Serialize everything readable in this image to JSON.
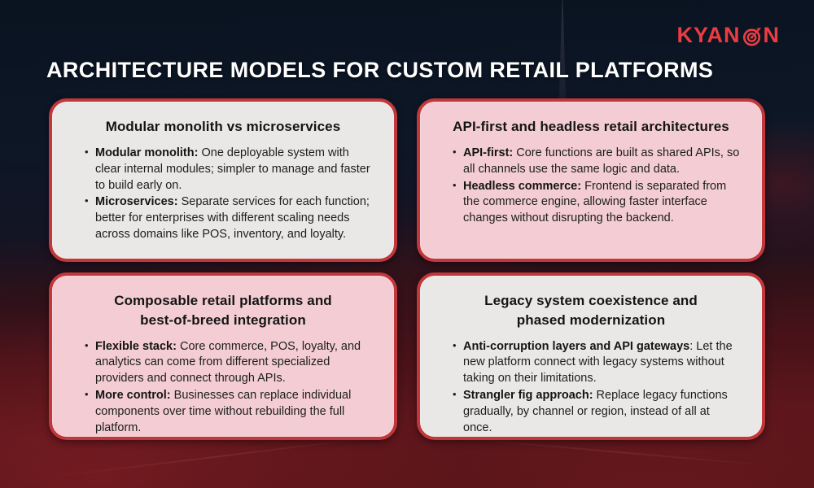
{
  "page": {
    "title": "ARCHITECTURE MODELS FOR CUSTOM RETAIL PLATFORMS"
  },
  "logo": {
    "text_left": "KYAN",
    "text_right": "N",
    "icon": "target-dart-icon",
    "color": "#ea3d42"
  },
  "colors": {
    "card_border": "#c2373b",
    "card_gray_background": "#e9e8e6",
    "card_pink_background": "#f3cdd3",
    "background_sky": "#0d1726",
    "background_city": "#56141a",
    "title_text": "#ffffff",
    "body_text": "#1d1d1d"
  },
  "cards": [
    {
      "id": "modular-monolith-vs-microservices",
      "variant": "gray",
      "title": "Modular monolith vs microservices",
      "bullets": [
        {
          "bold": "Modular monolith:",
          "rest": " One deployable system with clear internal modules; simpler to manage and faster to build early on."
        },
        {
          "bold": "Microservices:",
          "rest": " Separate services for each function; better for enterprises with different scaling needs across domains like POS, inventory, and loyalty."
        }
      ]
    },
    {
      "id": "api-first-headless",
      "variant": "pink",
      "title": "API-first and headless retail architectures",
      "bullets": [
        {
          "bold": "API-first:",
          "rest": " Core functions are built as shared APIs, so all channels use the same logic and data."
        },
        {
          "bold": "Headless commerce:",
          "rest": " Frontend is separated from the commerce engine, allowing faster interface changes without disrupting the backend."
        }
      ]
    },
    {
      "id": "composable-retail-platforms",
      "variant": "pink",
      "title": "Composable retail platforms and\nbest-of-breed integration",
      "bullets": [
        {
          "bold": "Flexible stack:",
          "rest": " Core commerce, POS, loyalty, and analytics can come from different specialized providers and connect through APIs."
        },
        {
          "bold": "More control:",
          "rest": " Businesses can replace individual components over time without rebuilding the full platform."
        }
      ]
    },
    {
      "id": "legacy-system-coexistence",
      "variant": "gray",
      "title": "Legacy system coexistence and\nphased modernization",
      "bullets": [
        {
          "bold": "Anti-corruption layers and API gateways",
          "rest": ": Let the new platform connect with legacy systems without taking on their limitations."
        },
        {
          "bold": "Strangler fig approach:",
          "rest": " Replace legacy functions gradually, by channel or region, instead of all at once."
        }
      ]
    }
  ]
}
